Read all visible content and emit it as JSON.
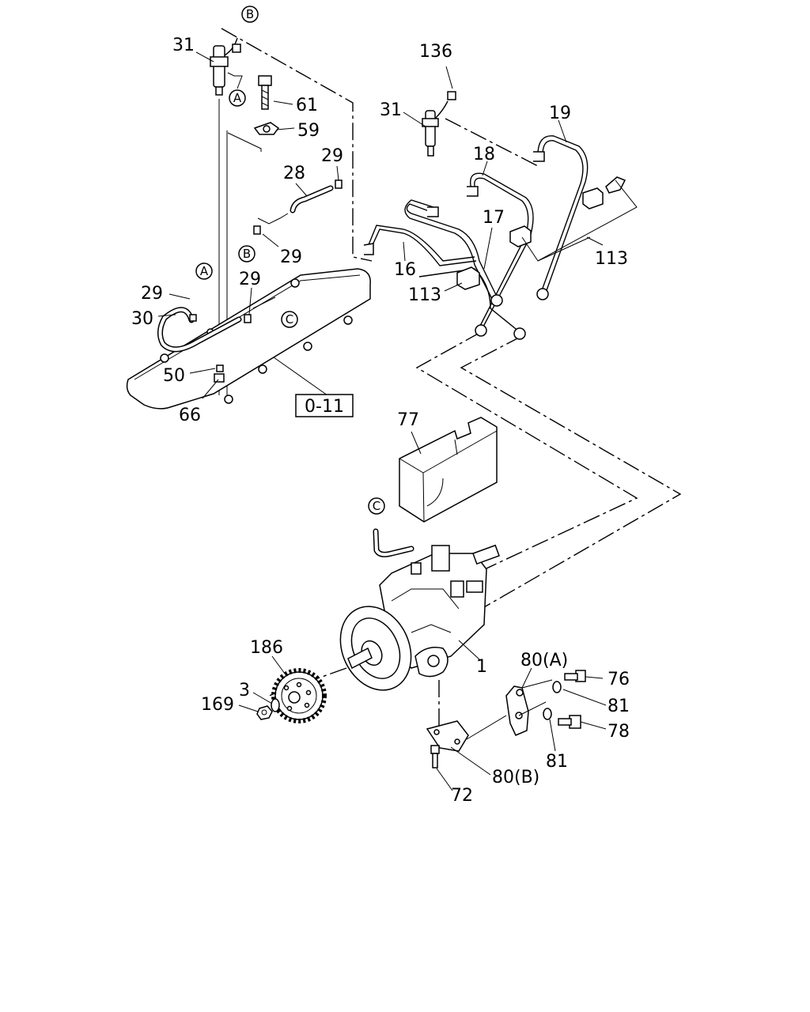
{
  "callouts": {
    "c31a": "31",
    "c61": "61",
    "c59": "59",
    "c29a": "29",
    "c28": "28",
    "c29b": "29",
    "c29c": "29",
    "c29d": "29",
    "c30": "30",
    "c50": "50",
    "c66": "66",
    "c136": "136",
    "c31b": "31",
    "c19": "19",
    "c18": "18",
    "c17": "17",
    "c113a": "113",
    "c16": "16",
    "c113b": "113",
    "c77": "77",
    "c186": "186",
    "c3": "3",
    "c169": "169",
    "c1": "1",
    "c80a": "80(A)",
    "c76": "76",
    "c81a": "81",
    "c78": "78",
    "c81b": "81",
    "c80b": "80(B)",
    "c72": "72"
  },
  "markers": {
    "b_top": "B",
    "a_top": "A",
    "b_mid": "B",
    "a_mid": "A",
    "c_mid": "C",
    "c_pump": "C"
  },
  "reference_box": "0-11"
}
